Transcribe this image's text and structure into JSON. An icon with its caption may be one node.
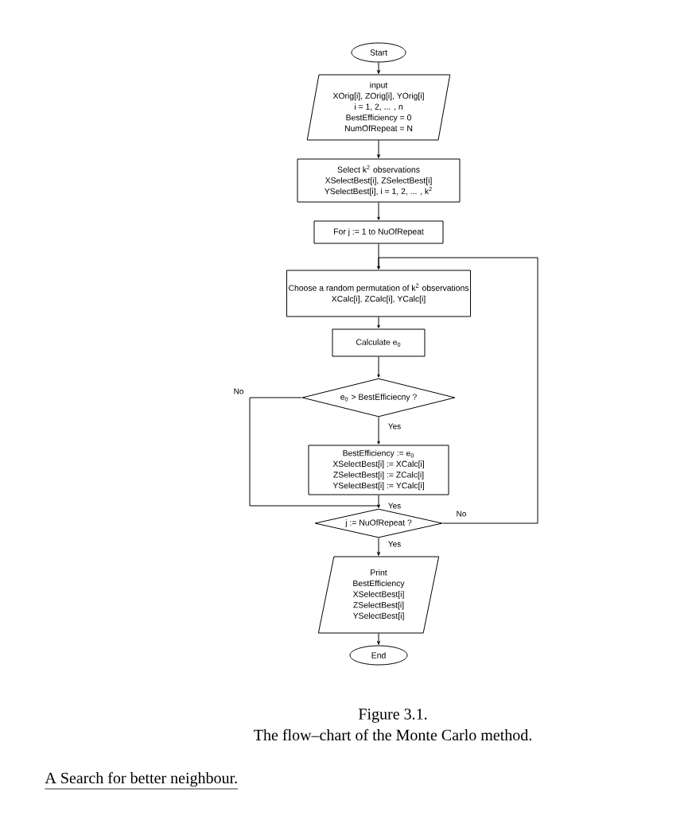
{
  "diagram": {
    "caption": "The flow–chart of the Monte Carlo method.",
    "nodes": [
      {
        "text": [
          "Start"
        ]
      },
      {
        "text": [
          "input",
          "XOrig[i], ZOrig[i], YOrig[i]",
          "i = 1, 2, ... , n",
          "BestEfficiency = 0",
          "NumOfRepeat = N"
        ]
      },
      {
        "text": [
          "Select k$^{2}$ observations",
          "XSelectBest[i], ZSelectBest[i]",
          "YSelectBest[i], i = 1, 2, ... , k$^{2}$"
        ]
      },
      {
        "text": [
          "For j := 1 to NuOfRepeat"
        ]
      },
      {
        "text": [
          "Choose a random permutation of k$^{2}$ observations",
          "XCalc[i], ZCalc[i], YCalc[i]"
        ]
      },
      {
        "text": [
          "Calculate e$_{0}$"
        ]
      },
      {
        "text": [
          "e$_{0}$ > BestEfficiecny ?"
        ]
      },
      {
        "text": [
          "BestEfficiency := e$_{0}$",
          "XSelectBest[i] := XCalc[i]",
          "ZSelectBest[i] := ZCalc[i]",
          "YSelectBest[i] := YCalc[i]"
        ]
      },
      {
        "text": [
          "j := NuOfRepeat ?"
        ]
      },
      {
        "text": [
          "Print",
          "BestEfficiency",
          "XSelectBest[i]",
          "ZSelectBest[i]",
          "YSelectBest[i]"
        ]
      },
      {
        "text": [
          "End"
        ]
      }
    ],
    "edges": [
      {
        "from": 0,
        "to": 1,
        "arrow": "to"
      },
      {
        "from": 1,
        "to": 2,
        "arrow": "to"
      },
      {
        "from": 2,
        "to": 3,
        "arrow": "to"
      },
      {
        "from": 3,
        "to": 4,
        "arrow": "to"
      },
      {
        "from": 4,
        "to": 5,
        "arrow": "to"
      },
      {
        "from": 5,
        "to": 6,
        "arrow": "to"
      },
      {
        "from": 6,
        "to": 7,
        "arrow": "to",
        "label": "Yes"
      },
      {
        "from": 6,
        "to": 8,
        "arrow": "to",
        "label": "No"
      },
      {
        "from": 7,
        "to": 8,
        "arrow": "to",
        "label": "Yes"
      },
      {
        "from": 8,
        "to": 4,
        "arrow": "to",
        "label": "No"
      },
      {
        "from": 8,
        "to": 9,
        "arrow": "to",
        "label": "Yes"
      },
      {
        "from": 9,
        "to": 10,
        "arrow": "to"
      }
    ],
    "labels": [
      "Figure 3.1.",
      "A Search for better neighbour."
    ]
  }
}
